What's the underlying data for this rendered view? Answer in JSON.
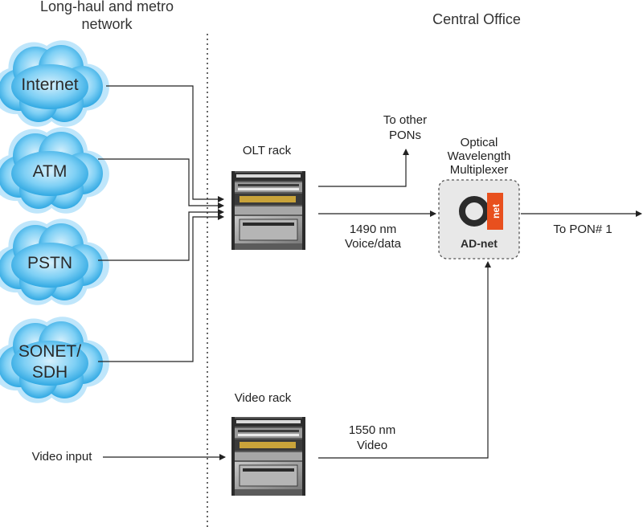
{
  "headers": {
    "network_line1": "Long-haul and metro",
    "network_line2": "network",
    "central_office": "Central Office"
  },
  "clouds": [
    {
      "line1": "Internet",
      "line2": ""
    },
    {
      "line1": "ATM",
      "line2": ""
    },
    {
      "line1": "PSTN",
      "line2": ""
    },
    {
      "line1": "SONET/",
      "line2": "SDH"
    }
  ],
  "racks": {
    "olt": "OLT rack",
    "video": "Video rack"
  },
  "labels": {
    "to_other_1": "To other",
    "to_other_2": "PONs",
    "mux_1": "Optical",
    "mux_2": "Wavelength",
    "mux_3": "Multiplexer",
    "voice_1": "1490 nm",
    "voice_2": "Voice/data",
    "video_1": "1550 nm",
    "video_2": "Video",
    "to_pon": "To PON# 1",
    "video_input": "Video input"
  },
  "logo": {
    "text": "AD-net",
    "vertical": "net"
  },
  "colors": {
    "cloud_fill": "#29a9e1",
    "cloud_glow": "#bfe6fb",
    "line": "#222222",
    "mux_bg": "#e8e8e8",
    "logo_orange": "#e8501e"
  }
}
